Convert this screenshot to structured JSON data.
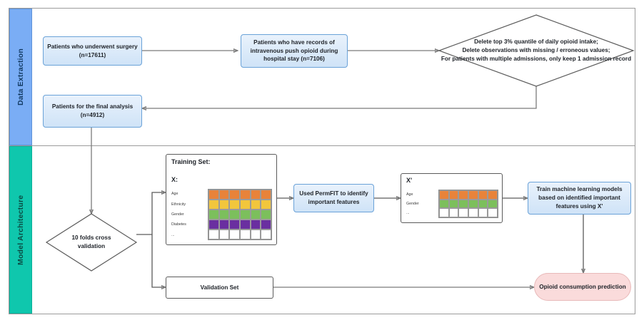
{
  "figure": {
    "type": "flowchart",
    "lanes": [
      {
        "id": "data-extraction",
        "label": "Data Extraction",
        "color": "#7aadf5"
      },
      {
        "id": "model-architecture",
        "label": "Model Architecture",
        "color": "#0fc7ad"
      }
    ]
  },
  "data_extraction": {
    "cohort_surgery": "Patients who underwent surgery (n=17611)",
    "cohort_iv_opioid": "Patients who have records of intravenous push opioid during hospital stay (n=7106)",
    "exclusion_criteria": "Delete top 3% quantile of daily opioid intake;\nDelete observations with missing / erroneous values;\nFor patients with multiple admissions, only keep 1 admission record",
    "cohort_final": "Patients for the final analysis (n=4912)"
  },
  "model_architecture": {
    "cross_validation": "10 folds cross\nvalidation",
    "training_set": {
      "title": "Training Set:",
      "matrix_label": "X:",
      "row_labels": [
        "Age",
        "Ethnicity",
        "Gender",
        "Diabetes",
        "..."
      ],
      "row_colors": [
        "#e8833a",
        "#f2c63c",
        "#7cbf5c",
        "#6a2fa0",
        "#ffffff"
      ],
      "columns": 6
    },
    "permfit": "Used PermFIT to identify important features",
    "reduced_set": {
      "matrix_label": "X'",
      "row_labels": [
        "Age",
        "Gender",
        "..."
      ],
      "row_colors": [
        "#e8833a",
        "#7cbf5c",
        "#ffffff"
      ],
      "columns": 6
    },
    "train_models": "Train machine learning models based on identified important features using X'",
    "validation_set": "Validation Set",
    "prediction": "Opioid consumption prediction"
  }
}
